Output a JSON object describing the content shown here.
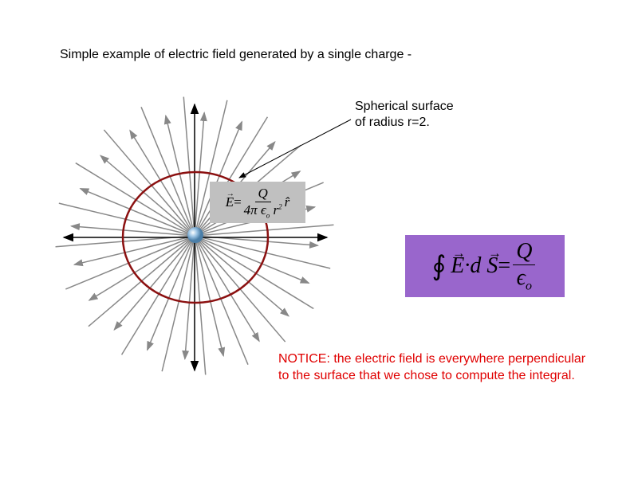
{
  "title": "Simple example of electric field generated by a single charge -",
  "callout": {
    "line1": "Spherical surface",
    "line2": "of radius r=2."
  },
  "field_equation": {
    "lhs": "E",
    "eq": "=",
    "numerator": "Q",
    "denominator": "4π ϵ",
    "sub": "o",
    "r": "r",
    "sup": "2",
    "unit": "r̂"
  },
  "gauss_law": {
    "integral": "∮",
    "E": "E",
    "dot": "·d",
    "S": "S",
    "eq": "=",
    "numerator": "Q",
    "denominator": "ϵ",
    "sub": "o"
  },
  "notice": "NOTICE: the electric field is everywhere perpendicular to the surface that we  chose to compute the integral.",
  "colors": {
    "rays": "#888888",
    "surface": "#8b1010",
    "formula_box": "#c0c0c0",
    "gauss_box": "#9966cc",
    "notice": "#e00000"
  }
}
